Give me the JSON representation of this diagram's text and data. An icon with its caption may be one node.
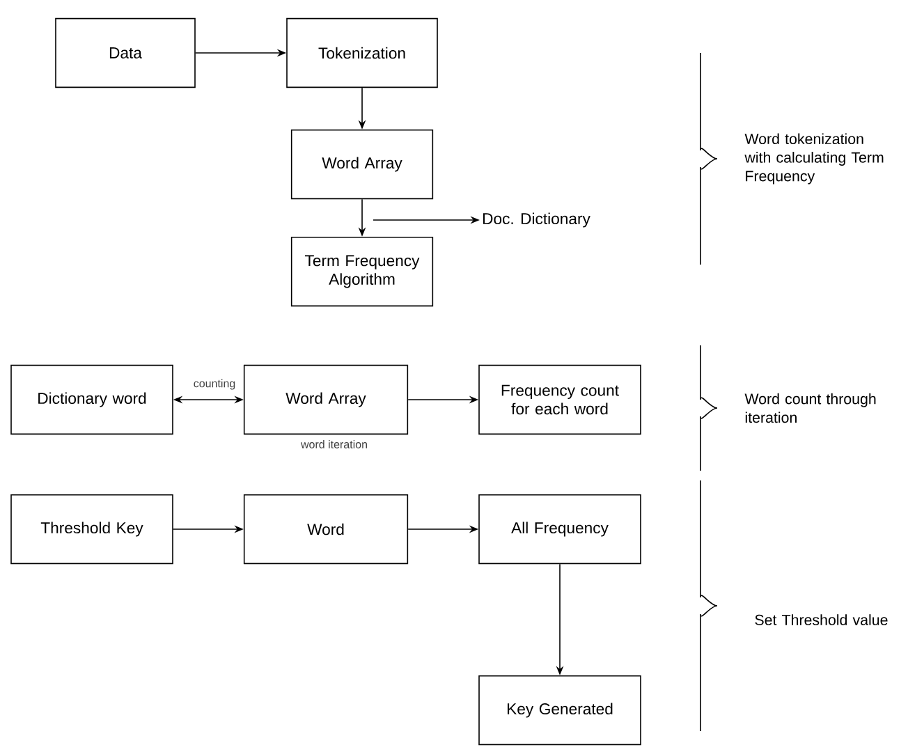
{
  "diagram": {
    "nodes": [
      {
        "text": [
          "Data"
        ]
      },
      {
        "text": [
          "Tokenization"
        ]
      },
      {
        "text": [
          "Word Array"
        ]
      },
      {
        "text": [
          "Term Frequency Algorithm"
        ]
      },
      {
        "text": [
          "Doc. Dictionary"
        ]
      },
      {
        "text": [
          "Dictionary word"
        ]
      },
      {
        "text": [
          "Word Array"
        ],
        "beside": [
          "word iteration"
        ]
      },
      {
        "text": [
          "Frequency count for each word"
        ]
      },
      {
        "text": [
          "Threshold Key"
        ]
      },
      {
        "text": [
          "Word"
        ]
      },
      {
        "text": [
          "All Frequency"
        ]
      },
      {
        "text": [
          "Key Generated"
        ]
      }
    ],
    "edges": [
      {
        "from": 0,
        "to": 1,
        "arrow": "to"
      },
      {
        "from": 1,
        "to": 2,
        "arrow": "to"
      },
      {
        "from": 2,
        "to": 3,
        "arrow": "to"
      },
      {
        "from": null,
        "to": 4,
        "arrow": "to"
      },
      {
        "from": 5,
        "to": 6,
        "arrow": "both",
        "label": "counting"
      },
      {
        "from": 6,
        "to": 7,
        "arrow": "to"
      },
      {
        "from": 8,
        "to": 9,
        "arrow": "to"
      },
      {
        "from": 9,
        "to": 10,
        "arrow": "to"
      },
      {
        "from": 10,
        "to": 11,
        "arrow": "to"
      }
    ],
    "labels": [
      "Word tokenization with calculating Term Frequency",
      "Word count through iteration",
      "Set Threshold value"
    ]
  }
}
